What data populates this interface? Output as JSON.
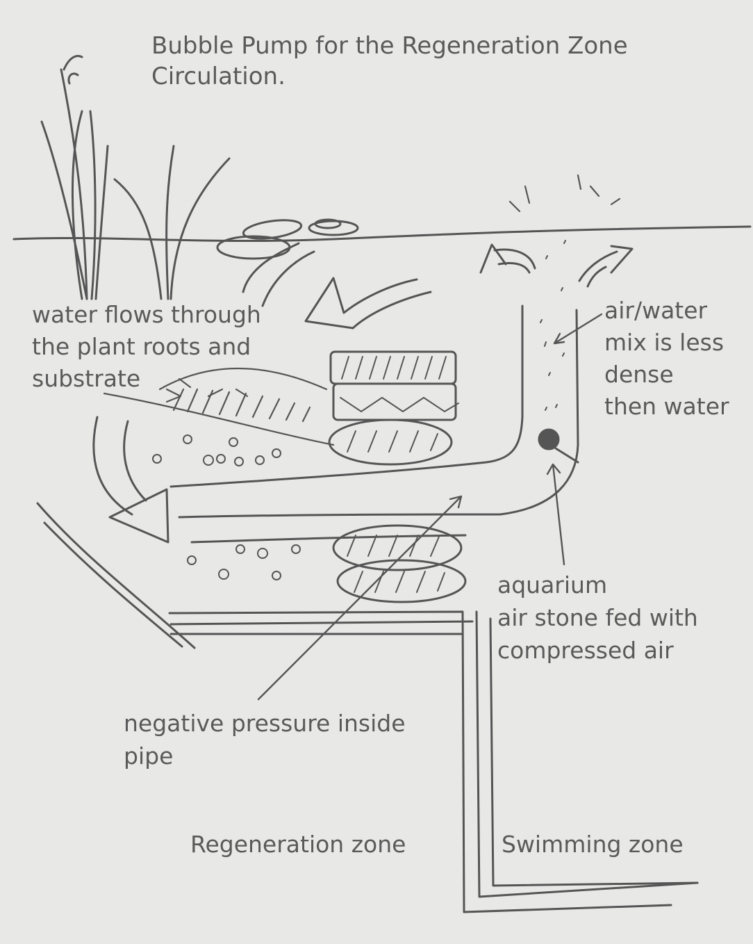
{
  "title": {
    "line1": "Bubble Pump for the Regeneration Zone",
    "line2": "Circulation."
  },
  "labels": {
    "water_flow": [
      "water flows through",
      "the plant roots and",
      "substrate"
    ],
    "air_water": [
      "air/water",
      "mix is less",
      "dense",
      "then water"
    ],
    "air_stone": [
      "aquarium",
      "air stone fed with",
      "compressed air"
    ],
    "negative_pressure": [
      "negative pressure inside",
      "pipe"
    ],
    "regeneration_zone": "Regeneration zone",
    "swimming_zone": "Swimming zone"
  },
  "colors": {
    "paper": "#e8e8e6",
    "pencil": "#555555",
    "text": "#5a5a5a"
  }
}
